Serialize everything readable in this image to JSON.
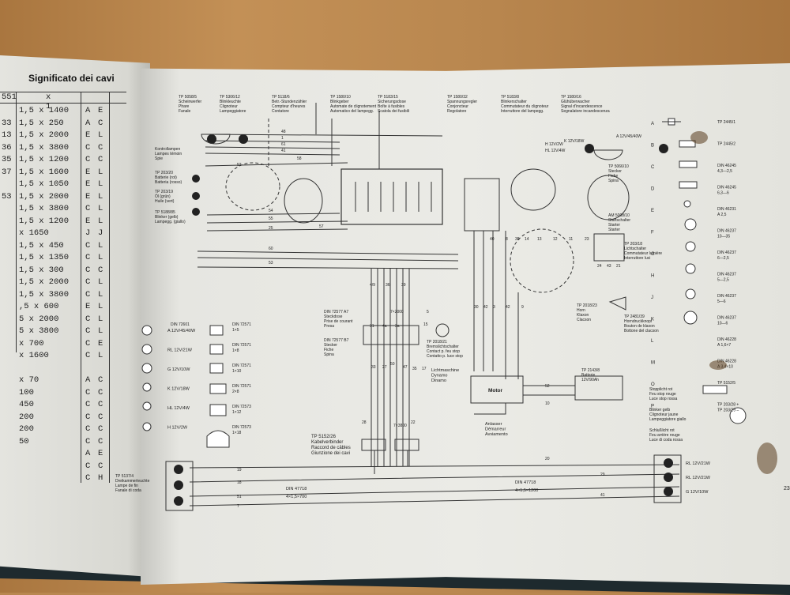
{
  "left_page": {
    "title": "Significato dei cavi",
    "header_cells": [
      "551",
      "x 1"
    ],
    "rows": [
      {
        "a": "",
        "b": "1,5 x 1400",
        "c": "A",
        "d": "E"
      },
      {
        "a": "33",
        "b": "1,5 x 250",
        "c": "A",
        "d": "C"
      },
      {
        "a": "13",
        "b": "1,5 x 2000",
        "c": "E",
        "d": "L"
      },
      {
        "a": "36",
        "b": "1,5 x 3800",
        "c": "C",
        "d": "C"
      },
      {
        "a": "35",
        "b": "1,5 x 1200",
        "c": "C",
        "d": "C"
      },
      {
        "a": "37",
        "b": "1,5 x 1600",
        "c": "E",
        "d": "L"
      },
      {
        "a": "",
        "b": "1,5 x 1050",
        "c": "E",
        "d": "L"
      },
      {
        "a": "53",
        "b": "1,5 x 2000",
        "c": "E",
        "d": "L"
      },
      {
        "a": "",
        "b": "1,5 x 3800",
        "c": "C",
        "d": "L"
      },
      {
        "a": "",
        "b": "1,5 x 1200",
        "c": "E",
        "d": "L"
      },
      {
        "a": "",
        "b": "x 1650",
        "c": "J",
        "d": "J"
      },
      {
        "a": "",
        "b": "1,5 x 450",
        "c": "C",
        "d": "L"
      },
      {
        "a": "",
        "b": "1,5 x 1350",
        "c": "C",
        "d": "L"
      },
      {
        "a": "",
        "b": "1,5 x 300",
        "c": "C",
        "d": "C"
      },
      {
        "a": "",
        "b": "1,5 x 2000",
        "c": "C",
        "d": "L"
      },
      {
        "a": "",
        "b": "1,5 x 3800",
        "c": "C",
        "d": "L"
      },
      {
        "a": "",
        "b": ",5 x 600",
        "c": "E",
        "d": "L"
      },
      {
        "a": "",
        "b": "5 x 2000",
        "c": "C",
        "d": "L"
      },
      {
        "a": "",
        "b": "5 x 3800",
        "c": "C",
        "d": "L"
      },
      {
        "a": "",
        "b": "x 700",
        "c": "C",
        "d": "E"
      },
      {
        "a": "",
        "b": "x 1600",
        "c": "C",
        "d": "L"
      },
      {
        "a": "",
        "b": "",
        "c": "",
        "d": ""
      },
      {
        "a": "",
        "b": "x 70",
        "c": "A",
        "d": "C"
      },
      {
        "a": "",
        "b": "100",
        "c": "C",
        "d": "C"
      },
      {
        "a": "",
        "b": "450",
        "c": "C",
        "d": "C"
      },
      {
        "a": "",
        "b": "200",
        "c": "C",
        "d": "C"
      },
      {
        "a": "",
        "b": "200",
        "c": "C",
        "d": "C"
      },
      {
        "a": "",
        "b": "50",
        "c": "C",
        "d": "C"
      },
      {
        "a": "",
        "b": "",
        "c": "A",
        "d": "E"
      },
      {
        "a": "",
        "b": "",
        "c": "C",
        "d": "C"
      },
      {
        "a": "",
        "b": "",
        "c": "C",
        "d": "H"
      }
    ]
  },
  "diagram": {
    "top_components": [
      {
        "code": "TP 5058/5",
        "lines": [
          "Scheinwerfer",
          "Phare",
          "Fanale"
        ]
      },
      {
        "code": "TP 5306/12",
        "lines": [
          "Blinkleuchte",
          "Clignoteur",
          "Lampeggiatore"
        ]
      },
      {
        "code": "TP 5118/6",
        "lines": [
          "Betr.-Stundenzähler",
          "Compteur d'heures",
          "Contatore"
        ]
      },
      {
        "code": "TP 1580/10",
        "lines": [
          "Blinkgeber",
          "Automate de clignotement",
          "Automatico del lampegg."
        ]
      },
      {
        "code": "TP 5183/15",
        "lines": [
          "Sicherungsdose",
          "Boîte à fusibles",
          "Scatola dei fusibili"
        ]
      },
      {
        "code": "TP 1580/32",
        "lines": [
          "Spannungsregler",
          "Conjoncteur",
          "Regolatore"
        ]
      },
      {
        "code": "TP 5183/8",
        "lines": [
          "Blinkerschalter",
          "Commutateur du clignoteur",
          "Interruttore del lampegg."
        ]
      },
      {
        "code": "TP 1580/16",
        "lines": [
          "Glühüberwacher",
          "Signal d'incandescence",
          "Segnalatore incandescenza"
        ]
      }
    ],
    "left_side_labels": [
      {
        "text": "Kontrollampen",
        "line2": "Lampes témoin",
        "line3": "Spie"
      },
      {
        "text": "TP 203/20",
        "line2": "Batterie (rot)",
        "line3": "Batteria (rosso)"
      },
      {
        "text": "TP 203/19",
        "line2": "Öl (grün)",
        "line3": "Huile (vert)"
      },
      {
        "text": "TP 5188/85",
        "line2": "Blinker (gelb)",
        "line3": "Lampegg. (giallo)"
      }
    ],
    "lamp_legend": [
      {
        "din": "DIN 72601",
        "text": "A 12V/45/40W"
      },
      {
        "din": "",
        "text": "RL 12V/21W"
      },
      {
        "din": "",
        "text": "G 12V/10W"
      },
      {
        "din": "",
        "text": "K 12V/18W"
      },
      {
        "din": "",
        "text": "HL 12V/4W"
      },
      {
        "din": "",
        "text": "H 12V/2W"
      }
    ],
    "connector_legend": [
      {
        "din": "DIN 72571",
        "text": "1×5"
      },
      {
        "din": "DIN 72571",
        "text": "1×8"
      },
      {
        "din": "DIN 72571",
        "text": "1×10"
      },
      {
        "din": "DIN 72571",
        "text": "2×8"
      },
      {
        "din": "DIN 72573",
        "text": "1×12"
      },
      {
        "din": "DIN 72573",
        "text": "1×18"
      }
    ],
    "socket": {
      "code": "DIN 72577 A7",
      "lines": [
        "Steckdose",
        "Prise de courant",
        "Presa"
      ]
    },
    "plug": {
      "code": "DIN 72577 B7",
      "lines": [
        "Stecker",
        "Fiche",
        "Spina"
      ]
    },
    "brake_switch": {
      "code": "TP 2018/21",
      "lines": [
        "Bremslichtschalter",
        "Contact p. feu stop",
        "Contatto p. luce stop"
      ]
    },
    "cable_joint": {
      "code": "TP 5152/26",
      "lines": [
        "Kabelverbinder",
        "Raccord de câbles",
        "Giunzione dei cavi"
      ]
    },
    "dynamo": {
      "lines": [
        "Lichtmaschine",
        "Dynamo",
        "Dinamo"
      ]
    },
    "motor": {
      "label": "Motor"
    },
    "starter_note": {
      "lines": [
        "Anlasser",
        "Démarreur",
        "Avviamento"
      ]
    },
    "battery": {
      "code": "TP 2143/8",
      "lines": [
        "Batterie",
        "12V/90Ah"
      ]
    },
    "horn": {
      "code": "TP 2018/23",
      "lines": [
        "Horn",
        "Klaxon",
        "Clacson"
      ]
    },
    "horn_button": {
      "code": "TP 2481/39",
      "lines": [
        "Horndruckknopf",
        "Bouton de klaxon",
        "Bottone del clacson"
      ]
    },
    "starter_switch": {
      "code": "AM 5008/10",
      "lines": [
        "Startschalter",
        "Starter",
        "Starter"
      ]
    },
    "light_switch": {
      "code": "TP 203/18",
      "lines": [
        "Lichtschalter",
        "Commutateur lumière",
        "Interruttore luci"
      ]
    },
    "steckerdose": {
      "code": "TP 5066/10",
      "lines": [
        "Stecker",
        "Fiche",
        "Spina"
      ]
    },
    "rear_lamp_left": {
      "code": "TP 5137/4",
      "lines": [
        "Dreikammerleuchte",
        "Lampe de fin",
        "Fanale di coda"
      ]
    },
    "rear_right_labels": [
      {
        "text": "Stopplicht rot",
        "line2": "Feu stop rouge",
        "line3": "Luce stop rossa"
      },
      {
        "text": "Blinker gelb",
        "line2": "Clignoteur jaune",
        "line3": "Lampeggiatore giallo"
      },
      {
        "text": "Schlußlicht rot",
        "line2": "Feu arrière rouge",
        "line3": "Luce di coda rossa"
      }
    ],
    "rear_right_lamps": [
      "RL 12V/21W",
      "RL 12V/21W",
      "G 12V/10W"
    ],
    "bundle_left": {
      "din": "DIN 47718",
      "spec": "4×1,5×700"
    },
    "bundle_right": {
      "din": "DIN 47718",
      "spec": "4×1,5×1200"
    },
    "bundle_mid": "7×3800",
    "bundle_upper": "7×2000",
    "voltage_labels": [
      "H 12V/2W",
      "K 12V/18W",
      "A 12V/45/40W",
      "HL 12V/4W"
    ],
    "wire_numbers": [
      "48",
      "1",
      "61",
      "41",
      "58",
      "52",
      "54",
      "55",
      "25",
      "60",
      "53",
      "57",
      "4/9",
      "36",
      "39",
      "5",
      "31",
      "4a",
      "3a",
      "15",
      "33",
      "27",
      "50",
      "47",
      "35",
      "17",
      "28",
      "22",
      "20",
      "19",
      "18",
      "51",
      "7",
      "29",
      "41",
      "30",
      "42",
      "3",
      "42",
      "9",
      "52",
      "10",
      "11",
      "23",
      "24",
      "43",
      "21",
      "12",
      "13",
      "14",
      "38",
      "8",
      "40"
    ]
  },
  "terminals": [
    {
      "key": "A",
      "code": "TP 2445/1"
    },
    {
      "key": "B",
      "code": "TP 2445/2"
    },
    {
      "key": "C",
      "code": "DIN 46245",
      "spec": "4,3—2,5"
    },
    {
      "key": "D",
      "code": "DIN 46245",
      "spec": "6,3—6"
    },
    {
      "key": "E",
      "code": "DIN 46231",
      "spec": "A 2,5"
    },
    {
      "key": "F",
      "code": "DIN 46237",
      "spec": "10—35"
    },
    {
      "key": "G",
      "code": "DIN 46237",
      "spec": "6—2,5"
    },
    {
      "key": "H",
      "code": "DIN 46237",
      "spec": "5—2,5"
    },
    {
      "key": "J",
      "code": "DIN 46237",
      "spec": "5—6"
    },
    {
      "key": "K",
      "code": "DIN 46237",
      "spec": "10—6"
    },
    {
      "key": "L",
      "code": "DIN 46228",
      "spec": "A 1,6×7"
    },
    {
      "key": "M",
      "code": "DIN 46228",
      "spec": "A 3,4×10"
    },
    {
      "key": "O",
      "code": "TP 5152/5"
    },
    {
      "key": "P",
      "code": "TP 203/28 +",
      "spec": "TP 203/29 –"
    }
  ],
  "page_number": "23"
}
